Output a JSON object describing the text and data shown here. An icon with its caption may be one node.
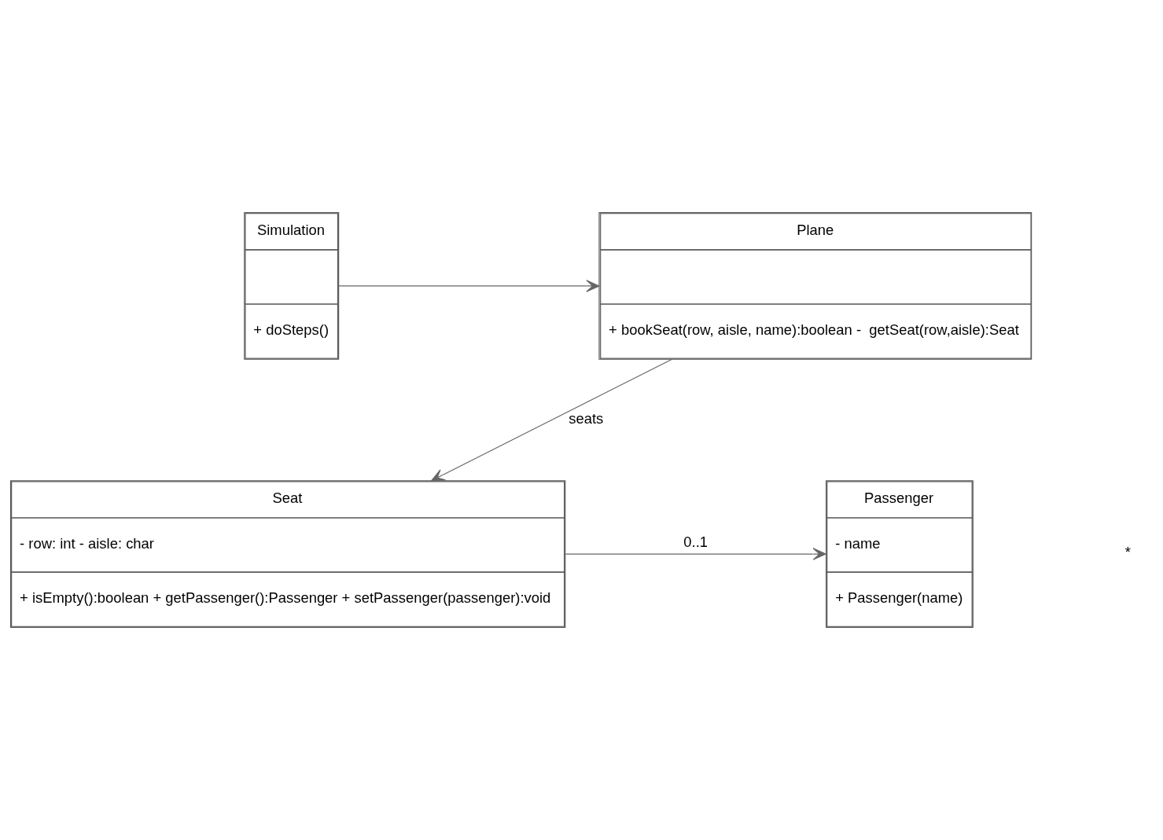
{
  "diagram": {
    "nodes": [
      {
        "text": [
          "Simulation",
          "+ doSteps()"
        ]
      },
      {
        "text": [
          "Plane",
          "+ bookSeat(row, aisle, name):boolean -  getSeat(row,aisle):Seat"
        ]
      },
      {
        "text": [
          "Passenger",
          "- name",
          "+ Passenger(name)"
        ]
      },
      {
        "text": [
          "Seat",
          "- row: int - aisle: char",
          "+ isEmpty():boolean + getPassenger():Passenger + setPassenger(passenger):void"
        ]
      }
    ],
    "edges": [
      {
        "from": 0,
        "to": 1,
        "arrow": "to"
      },
      {
        "from": 1,
        "to": 3,
        "arrow": "to",
        "label": "seats"
      },
      {
        "from": 3,
        "to": 2,
        "arrow": "to",
        "label": "0..1"
      }
    ],
    "labels": [
      "*"
    ]
  }
}
